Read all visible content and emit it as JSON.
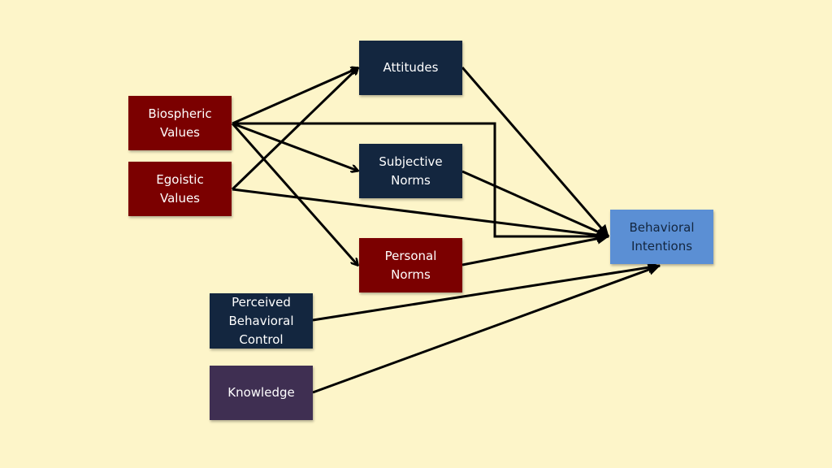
{
  "colors": {
    "background": "#fdf5c9",
    "navy": "#13263f",
    "dark_red": "#7b0000",
    "purple": "#3f2f52",
    "blue": "#5b8fd4",
    "arrow": "#000000"
  },
  "nodes": {
    "attitudes": "Attitudes",
    "biospheric": "Biospheric\nValues",
    "egoistic": "Egoistic\nValues",
    "subjective": "Subjective\nNorms",
    "personal": "Personal\nNorms",
    "perceived": "Perceived\nBehavioral\nControl",
    "knowledge": "Knowledge",
    "intentions": "Behavioral\nIntentions"
  },
  "edges": [
    [
      "biospheric",
      "attitudes"
    ],
    [
      "biospheric",
      "intentions"
    ],
    [
      "biospheric",
      "subjective"
    ],
    [
      "biospheric",
      "personal"
    ],
    [
      "egoistic",
      "attitudes"
    ],
    [
      "egoistic",
      "intentions"
    ],
    [
      "attitudes",
      "intentions"
    ],
    [
      "subjective",
      "intentions"
    ],
    [
      "personal",
      "intentions"
    ],
    [
      "perceived",
      "intentions"
    ],
    [
      "knowledge",
      "intentions"
    ]
  ]
}
